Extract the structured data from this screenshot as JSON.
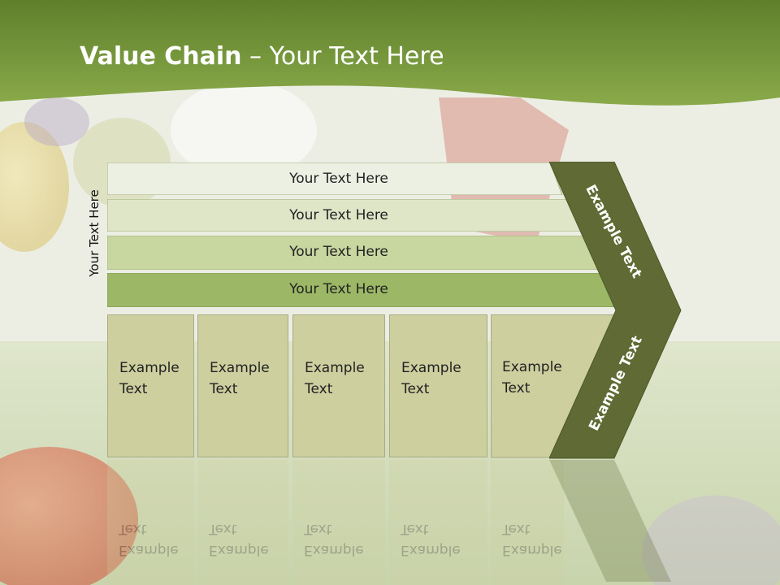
{
  "slide": {
    "title_bold": "Value Chain",
    "title_rest": " – Your Text Here",
    "side_label": "Your Text Here",
    "bars": [
      {
        "label": "Your Text Here"
      },
      {
        "label": "Your Text Here"
      },
      {
        "label": "Your Text Here"
      },
      {
        "label": "Your Text Here"
      }
    ],
    "boxes": [
      {
        "line1": "Example",
        "line2": "Text"
      },
      {
        "line1": "Example",
        "line2": "Text"
      },
      {
        "line1": "Example",
        "line2": "Text"
      },
      {
        "line1": "Example",
        "line2": "Text"
      },
      {
        "line1": "Example",
        "line2": "Text"
      }
    ],
    "chevron_top": "Example Text",
    "chevron_bottom": "Example Text"
  },
  "colors": {
    "header_green": "#7a9a3a",
    "chevron": "#5f6a34",
    "box_fill": "#cdcf9f"
  }
}
